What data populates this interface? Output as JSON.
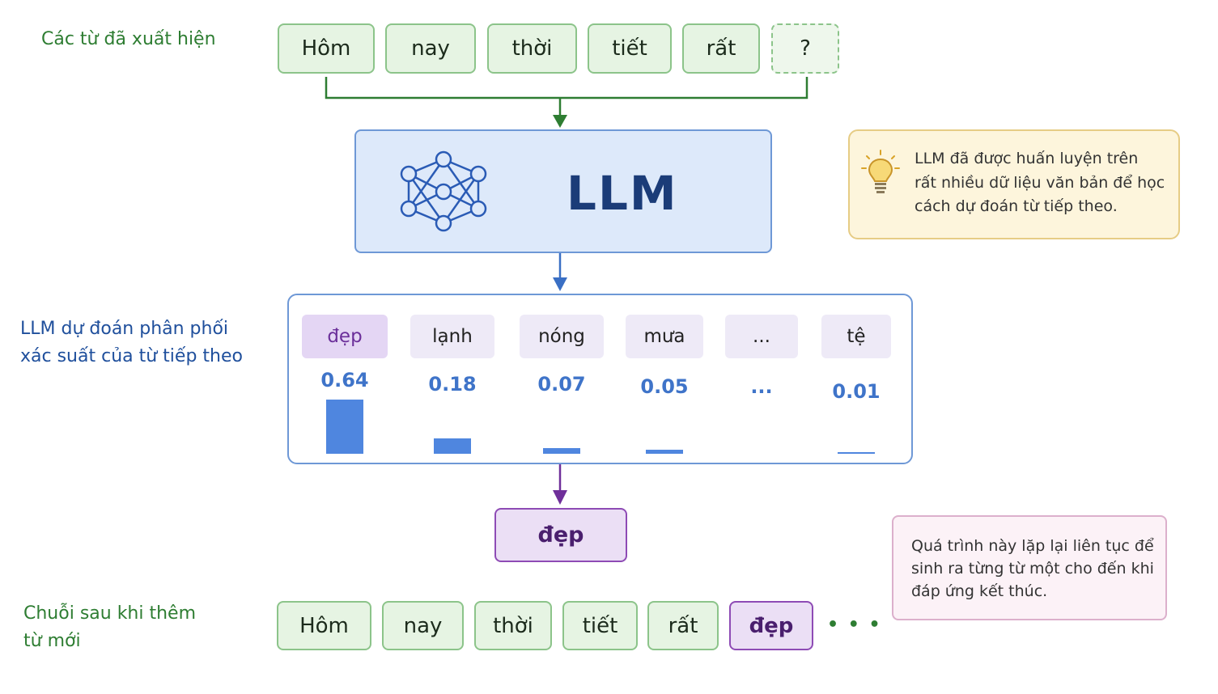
{
  "labels": {
    "context_words": "Các từ đã xuất hiện",
    "distribution": "LLM dự đoán phân phối xác suất của từ tiếp theo",
    "distribution_line1": "LLM dự đoán phân phối",
    "distribution_line2": "xác suất của từ tiếp theo",
    "new_sequence_line1": "Chuỗi sau khi thêm",
    "new_sequence_line2": "từ mới"
  },
  "input_tokens": [
    "Hôm",
    "nay",
    "thời",
    "tiết",
    "rất",
    "?"
  ],
  "llm": {
    "title": "LLM",
    "icon": "neural-network-icon"
  },
  "notes": {
    "training_icon": "lightbulb-icon",
    "training_line1": "LLM đã được huấn luyện trên",
    "training_line2": "rất nhiều dữ liệu văn bản để học",
    "training_line3": "cách dự đoán từ tiếp theo.",
    "loop_line1": "Quá trình này lặp lại liên tục để",
    "loop_line2": "sinh ra từng từ một cho đến khi",
    "loop_line3": "đáp ứng kết thúc."
  },
  "chart_data": {
    "type": "bar",
    "categories": [
      "đẹp",
      "lạnh",
      "nóng",
      "mưa",
      "...",
      "tệ"
    ],
    "values": [
      0.64,
      0.18,
      0.07,
      0.05,
      null,
      0.01
    ],
    "value_labels": [
      "0.64",
      "0.18",
      "0.07",
      "0.05",
      "...",
      "0.01"
    ]
  },
  "selected_token": "đẹp",
  "output_tokens": [
    "Hôm",
    "nay",
    "thời",
    "tiết",
    "rất",
    "đẹp"
  ],
  "continuation": "• • •",
  "colors": {
    "green": "#2e7d32",
    "blue": "#1f4f9c",
    "purple": "#6b2f9a",
    "bar": "#4f86df"
  }
}
